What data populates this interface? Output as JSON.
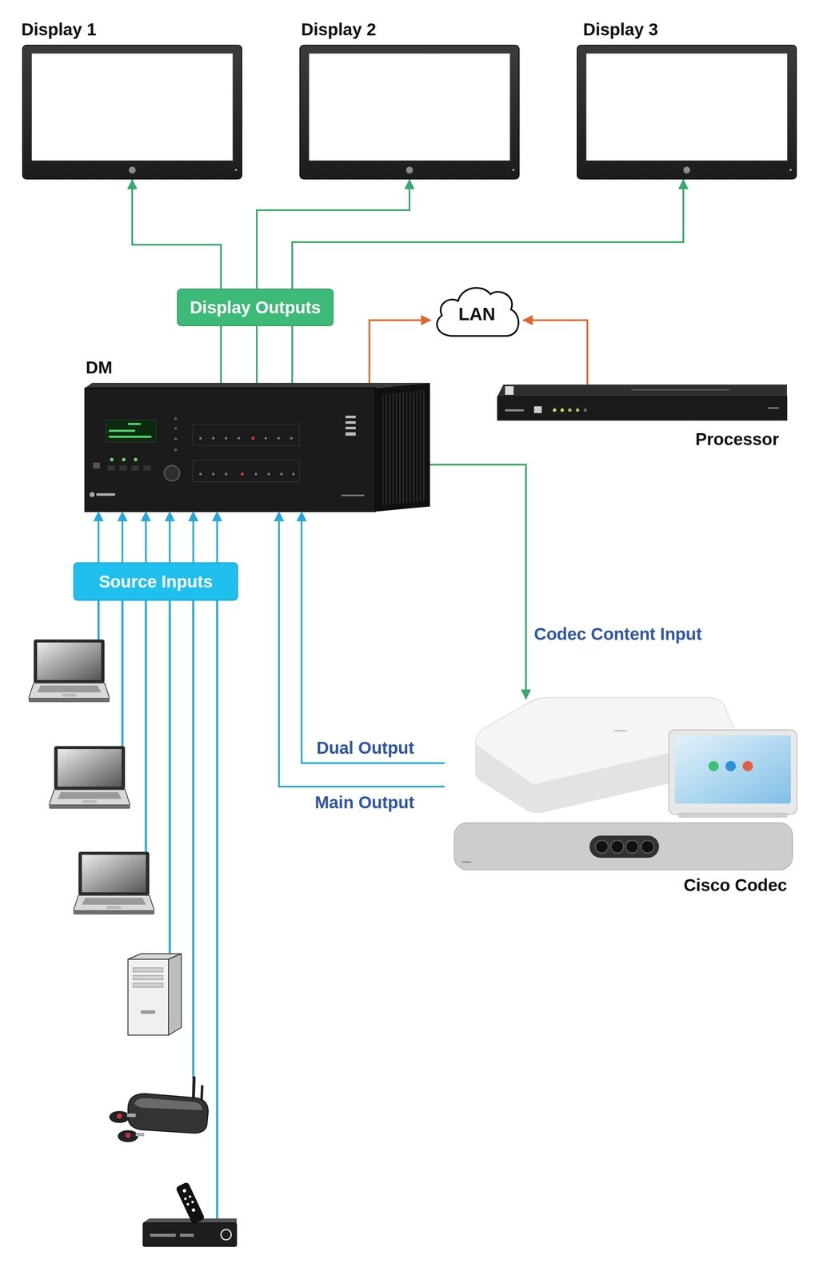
{
  "diagram": {
    "nodes": [
      {
        "text": [
          "Display 1"
        ]
      },
      {
        "text": [
          "Display 2"
        ]
      },
      {
        "text": [
          "Display 3"
        ]
      },
      {
        "text": [
          "Display Outputs"
        ]
      },
      {
        "text": [
          "LAN"
        ]
      },
      {
        "text": [
          "DM"
        ]
      },
      {
        "text": [
          "Processor"
        ]
      },
      {
        "text": [
          "Source Inputs"
        ]
      },
      {
        "text": [
          "Cisco Codec"
        ]
      }
    ],
    "edges": [
      {
        "from": 5,
        "to": 3,
        "arrow": "none"
      },
      {
        "from": 5,
        "to": 3,
        "arrow": "none"
      },
      {
        "from": 5,
        "to": 3,
        "arrow": "none"
      },
      {
        "from": 3,
        "to": 0,
        "arrow": "to"
      },
      {
        "from": 3,
        "to": 1,
        "arrow": "to"
      },
      {
        "from": 3,
        "to": 2,
        "arrow": "to"
      },
      {
        "from": 5,
        "to": 4,
        "arrow": "to"
      },
      {
        "from": 6,
        "to": 4,
        "arrow": "to"
      },
      {
        "from": 7,
        "to": 5,
        "arrow": "to"
      },
      {
        "from": 7,
        "to": 5,
        "arrow": "to"
      },
      {
        "from": 7,
        "to": 5,
        "arrow": "to"
      },
      {
        "from": 7,
        "to": 5,
        "arrow": "to"
      },
      {
        "from": 7,
        "to": 5,
        "arrow": "to"
      },
      {
        "from": 7,
        "to": 5,
        "arrow": "to"
      },
      {
        "from": 5,
        "to": 8,
        "arrow": "to",
        "label": "Codec Content Input"
      },
      {
        "from": 8,
        "to": 5,
        "arrow": "to",
        "label": "Dual Output"
      },
      {
        "from": 8,
        "to": 5,
        "arrow": "to",
        "label": "Main Output"
      }
    ]
  }
}
